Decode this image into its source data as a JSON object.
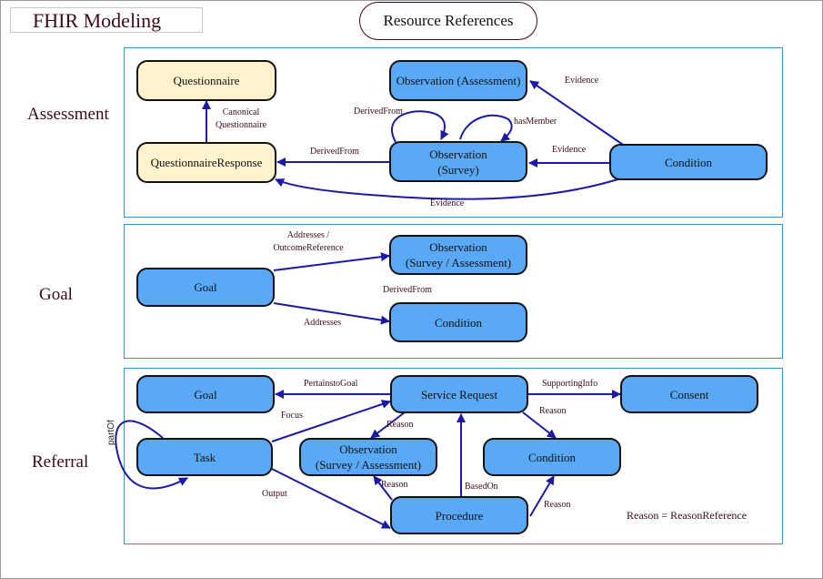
{
  "header": {
    "app_title": "FHIR Modeling",
    "diagram_title": "Resource References"
  },
  "sections": {
    "assessment": "Assessment",
    "goal": "Goal",
    "referral": "Referral"
  },
  "nodes": {
    "questionnaire": "Questionnaire",
    "questionnaire_response": "QuestionnaireResponse",
    "obs_assessment": "Observation (Assessment)",
    "obs_survey": "Observation\n(Survey)",
    "condition_assess": "Condition",
    "goal_goal": "Goal",
    "goal_obs": "Observation\n(Survey / Assessment)",
    "goal_condition": "Condition",
    "ref_goal": "Goal",
    "service_request": "Service Request",
    "consent": "Consent",
    "task": "Task",
    "ref_obs": "Observation\n(Survey / Assessment)",
    "ref_condition": "Condition",
    "procedure": "Procedure"
  },
  "edge_labels": {
    "canonical_questionnaire": "Canonical\nQuestionnaire",
    "derived_from_self": "DerivedFrom",
    "has_member": "hasMember",
    "derived_from_qr": "DerivedFrom",
    "evidence_obs_assessment": "Evidence",
    "evidence_obs_survey": "Evidence",
    "evidence_qr": "Evidence",
    "addresses_outcome": "Addresses /\nOutcomeReference",
    "derived_from_goal": "DerivedFrom",
    "addresses": "Addresses",
    "pertains_to_goal": "PertainstoGoal",
    "supporting_info": "SupportingInfo",
    "focus": "Focus",
    "reason_sr_obs": "Reason",
    "reason_sr_cond": "Reason",
    "part_of": "partOf",
    "output": "Output",
    "based_on": "BasedOn",
    "reason_proc_obs": "Reason",
    "reason_proc_cond": "Reason"
  },
  "legend": "Reason = ReasonReference",
  "colors": {
    "node_blue": "#5aa9f6",
    "node_cream": "#fff2cc",
    "edge": "#1a1aa6",
    "panel_border": "#3f8fc4",
    "label_text": "#3a0a17"
  }
}
